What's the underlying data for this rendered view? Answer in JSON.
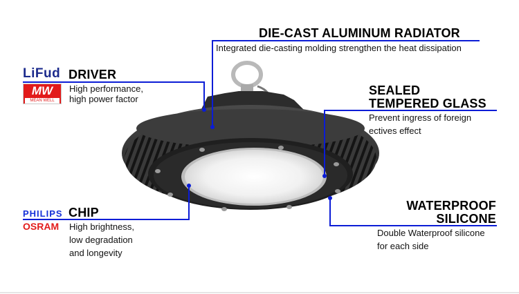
{
  "radiator": {
    "title": "DIE-CAST ALUMINUM RADIATOR",
    "description": "Integrated die-casting molding strengthen the heat dissipation"
  },
  "driver": {
    "title": "DRIVER",
    "description_lines": [
      "High performance,",
      "high power factor"
    ],
    "brands": {
      "lifud": "LiFud",
      "meanwell_logo": "MW",
      "meanwell_text": "MEAN WELL"
    }
  },
  "glass": {
    "title_lines": [
      "SEALED",
      "TEMPERED GLASS"
    ],
    "description_lines": [
      "Prevent ingress of foreign",
      "ectives effect"
    ]
  },
  "chip": {
    "title": "CHIP",
    "description_lines": [
      "High brightness,",
      "low degradation",
      "and longevity"
    ],
    "brands": {
      "philips": "PHILIPS",
      "osram": "OSRAM"
    }
  },
  "silicone": {
    "title_lines": [
      "WATERPROOF",
      "SILICONE"
    ],
    "description_lines": [
      "Double Waterproof silicone",
      "for each side"
    ]
  },
  "colors": {
    "callout_line": "#0a1cd6",
    "lifud_brand": "#1b2a8c",
    "meanwell_red": "#e21a1a",
    "philips_blue": "#1530d8",
    "osram_red": "#e31b1b",
    "lamp_body": "#2e2e2e"
  }
}
